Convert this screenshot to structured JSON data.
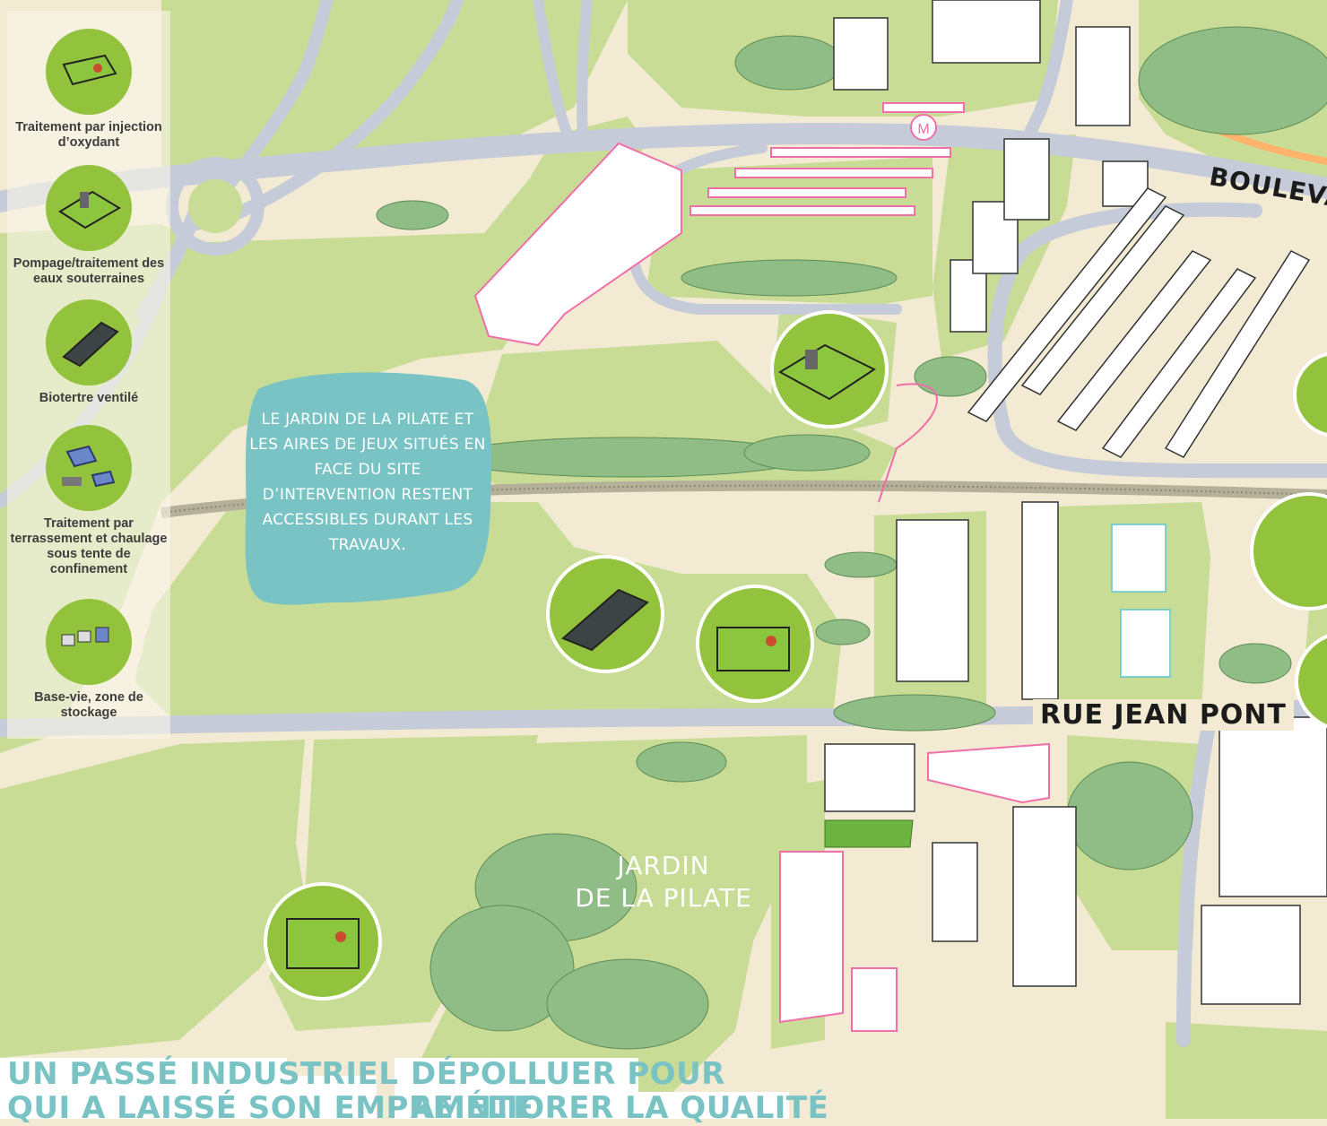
{
  "legend": {
    "items": [
      {
        "icon": "oxidant-injection-site-icon",
        "label": "Traitement par injection d’oxydant"
      },
      {
        "icon": "groundwater-pumping-site-icon",
        "label": "Pompage/traitement des eaux souterraines"
      },
      {
        "icon": "ventilated-biopile-icon",
        "label": "Biotertre ventilé"
      },
      {
        "icon": "excavation-liming-tent-icon",
        "label": "Traitement par terrassement et chaulage sous tente de confinement"
      },
      {
        "icon": "site-base-storage-icon",
        "label": "Base-vie, zone de stockage"
      }
    ]
  },
  "callout": {
    "text": "LE JARDIN DE LA PILATE ET LES AIRES DE JEUX SITUÉS EN FACE DU SITE D’INTERVENTION RESTENT ACCESSIBLES DURANT LES TRAVAUX."
  },
  "labels": {
    "boulevard": "BOULEVARD",
    "rue_jean_pont": "RUE JEAN PONT",
    "jardin_line1": "JARDIN",
    "jardin_line2": "DE LA PILATE",
    "metro_symbol": "M"
  },
  "headings": {
    "left_line1": "UN PASSÉ INDUSTRIEL",
    "left_line2": "QUI A LAISSÉ SON EMPREINTE",
    "right_line1": "DÉPOLLUER POUR",
    "right_line2": "AMÉLIORER LA QUALITÉ"
  },
  "colors": {
    "grass": "#c8dc96",
    "ground": "#f2ead2",
    "road": "#c5cbd8",
    "marker_green": "#93c23d",
    "callout_teal": "#79c3c4",
    "pink_outline": "#f06ea9",
    "tree": "#8fbd85",
    "heading_teal": "#79c3c4"
  }
}
